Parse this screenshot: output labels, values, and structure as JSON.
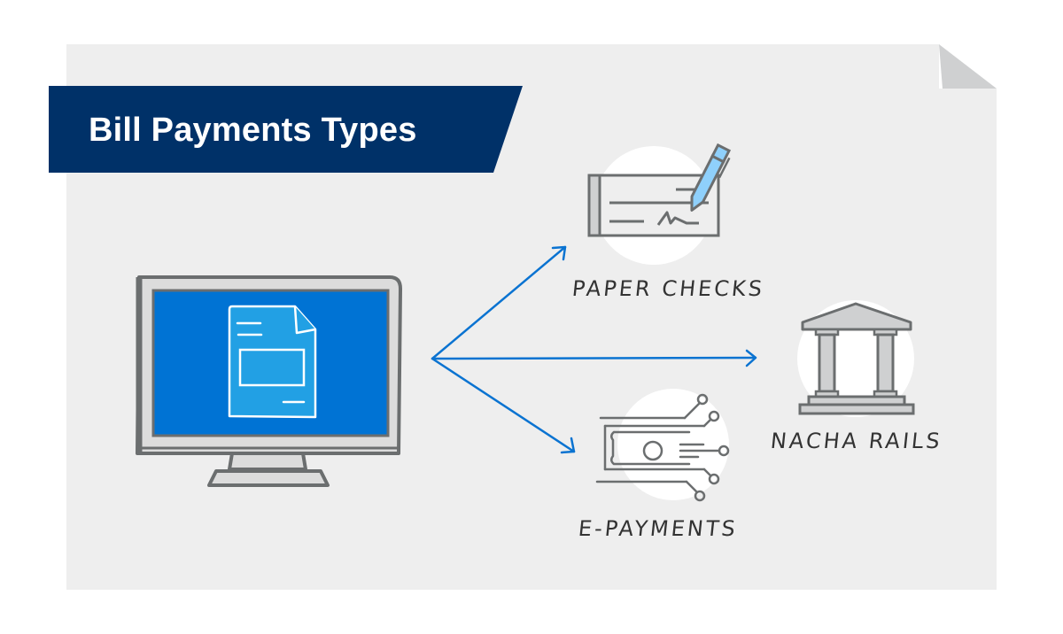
{
  "title": "Bill Payments Types",
  "colors": {
    "banner": "#003168",
    "paper": "#eeeeee",
    "fold": "#cfd0d1",
    "arrow": "#0a73d1",
    "screen": "#0073d4",
    "doc": "#22a0e4",
    "pen": "#8fd0fb",
    "outline": "#6b6e6f",
    "label": "#333333"
  },
  "source": {
    "name": "computer-with-bill",
    "icon": "monitor-document-icon"
  },
  "destinations": [
    {
      "id": "paper-checks",
      "label": "PAPER CHECKS",
      "icon": "check-with-pen-icon"
    },
    {
      "id": "nacha-rails",
      "label": "NACHA RAILS",
      "icon": "bank-building-icon"
    },
    {
      "id": "e-payments",
      "label": "E-PAYMENTS",
      "icon": "digital-money-icon"
    }
  ]
}
